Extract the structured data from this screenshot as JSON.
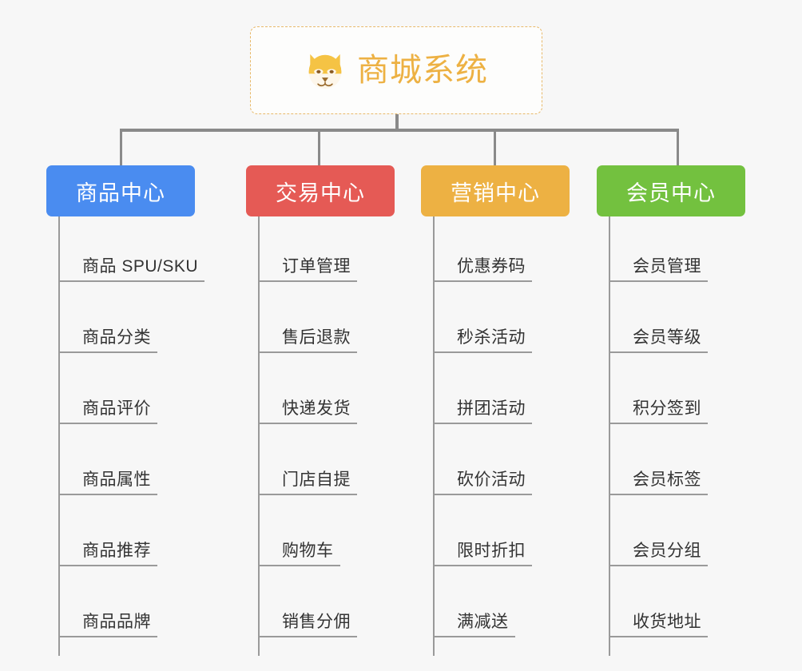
{
  "root": {
    "title": "商城系统",
    "icon": "shiba-dog-face-icon",
    "border_color": "#e8b96a",
    "text_color": "#edb143",
    "background": "#fdfdfc"
  },
  "canvas": {
    "background": "#f7f7f7",
    "connector_color": "#8a8a8a",
    "rule_color": "#9a9a9a",
    "leaf_text_color": "#333333"
  },
  "columns": [
    {
      "title": "商品中心",
      "color": "#4a8cf0",
      "items": [
        "商品 SPU/SKU",
        "商品分类",
        "商品评价",
        "商品属性",
        "商品推荐",
        "商品品牌"
      ]
    },
    {
      "title": "交易中心",
      "color": "#e55a55",
      "items": [
        "订单管理",
        "售后退款",
        "快递发货",
        "门店自提",
        "购物车",
        "销售分佣"
      ]
    },
    {
      "title": "营销中心",
      "color": "#edb143",
      "items": [
        "优惠券码",
        "秒杀活动",
        "拼团活动",
        "砍价活动",
        "限时折扣",
        "满减送"
      ]
    },
    {
      "title": "会员中心",
      "color": "#73c13f",
      "items": [
        "会员管理",
        "会员等级",
        "积分签到",
        "会员标签",
        "会员分组",
        "收货地址"
      ]
    }
  ]
}
